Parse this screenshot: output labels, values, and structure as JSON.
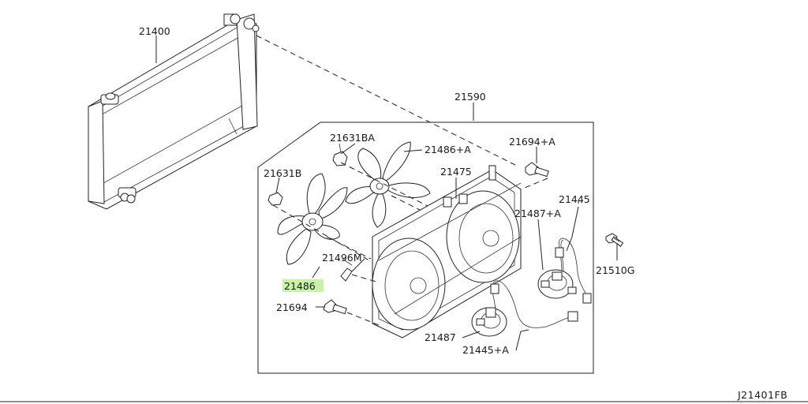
{
  "diagram": {
    "reference_code": "J21401FB",
    "highlight_color": "#c8f2a8",
    "parts": [
      {
        "id": "p21400",
        "label": "21400"
      },
      {
        "id": "p21590",
        "label": "21590"
      },
      {
        "id": "p21631BA",
        "label": "21631BA"
      },
      {
        "id": "p21486A",
        "label": "21486+A"
      },
      {
        "id": "p21694A",
        "label": "21694+A"
      },
      {
        "id": "p21631B",
        "label": "21631B"
      },
      {
        "id": "p21475",
        "label": "21475"
      },
      {
        "id": "p21445",
        "label": "21445"
      },
      {
        "id": "p21487A",
        "label": "21487+A"
      },
      {
        "id": "p21496M",
        "label": "21496M"
      },
      {
        "id": "p21510G",
        "label": "21510G"
      },
      {
        "id": "p21486",
        "label": "21486",
        "highlighted": true
      },
      {
        "id": "p21694",
        "label": "21694"
      },
      {
        "id": "p21487",
        "label": "21487"
      },
      {
        "id": "p21445A",
        "label": "21445+A"
      }
    ]
  }
}
